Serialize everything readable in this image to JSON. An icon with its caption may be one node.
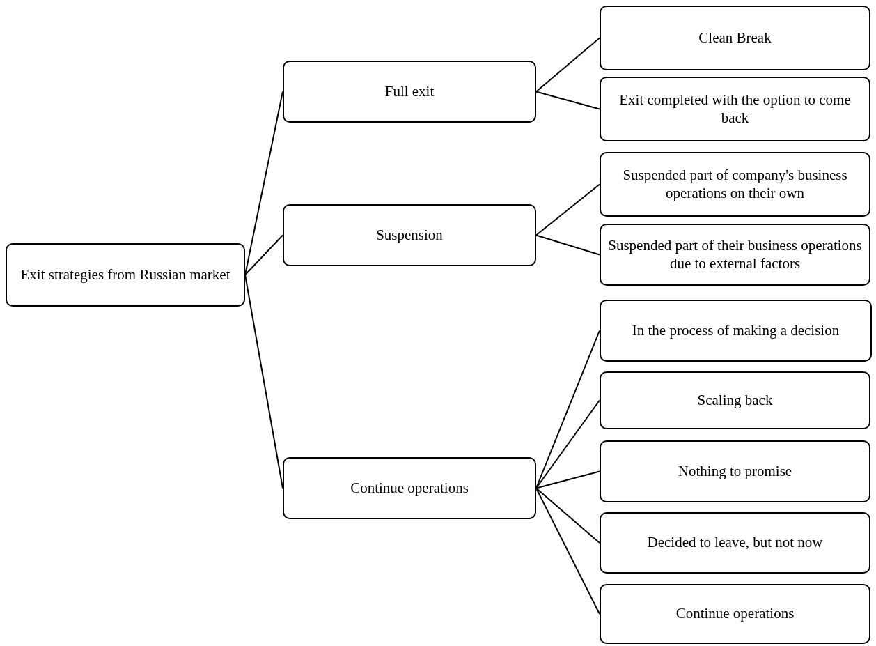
{
  "diagram": {
    "nodes": [
      {
        "text": [
          "Exit strategies from Russian market"
        ]
      },
      {
        "text": [
          "Full exit"
        ]
      },
      {
        "text": [
          "Suspension"
        ]
      },
      {
        "text": [
          "Continue operations"
        ]
      },
      {
        "text": [
          "Clean Break"
        ]
      },
      {
        "text": [
          "Exit completed with the option to come back"
        ]
      },
      {
        "text": [
          "Suspended part of company's business operations on their own"
        ]
      },
      {
        "text": [
          "Suspended part of their business operations due to external factors"
        ]
      },
      {
        "text": [
          "In the process of making a decision"
        ]
      },
      {
        "text": [
          "Scaling back"
        ]
      },
      {
        "text": [
          "Nothing to promise"
        ]
      },
      {
        "text": [
          "Decided to leave, but not now"
        ]
      },
      {
        "text": [
          "Continue operations"
        ]
      }
    ],
    "edges": [
      {
        "from": 0,
        "to": 1,
        "arrow": "none"
      },
      {
        "from": 0,
        "to": 2,
        "arrow": "none"
      },
      {
        "from": 0,
        "to": 3,
        "arrow": "none"
      },
      {
        "from": 1,
        "to": 4,
        "arrow": "none"
      },
      {
        "from": 1,
        "to": 5,
        "arrow": "none"
      },
      {
        "from": 2,
        "to": 6,
        "arrow": "none"
      },
      {
        "from": 2,
        "to": 7,
        "arrow": "none"
      },
      {
        "from": 3,
        "to": 8,
        "arrow": "none"
      },
      {
        "from": 3,
        "to": 9,
        "arrow": "none"
      },
      {
        "from": 3,
        "to": 10,
        "arrow": "none"
      },
      {
        "from": 3,
        "to": 11,
        "arrow": "none"
      },
      {
        "from": 3,
        "to": 12,
        "arrow": "none"
      }
    ]
  }
}
